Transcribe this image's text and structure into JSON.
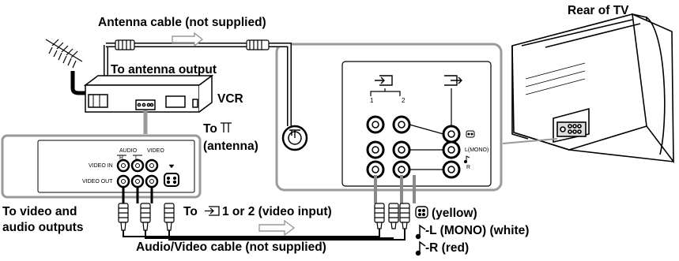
{
  "labels": {
    "antenna_cable": "Antenna cable (not supplied)",
    "rear_of_tv": "Rear of TV",
    "to_antenna_output": "To antenna output",
    "vcr": "VCR",
    "to_antenna_prefix": "To",
    "to_antenna_suffix": "(antenna)",
    "to_video_audio_outputs_line1": "To video and",
    "to_video_audio_outputs_line2": "audio outputs",
    "to_video_input_prefix": "To",
    "to_video_input_suffix": "1 or 2 (video input)",
    "av_cable": "Audio/Video cable (not supplied)"
  },
  "vcr_panel": {
    "audio": "AUDIO",
    "video": "VIDEO",
    "r": "R",
    "l": "L",
    "video_in": "VIDEO IN",
    "video_out": "VIDEO OUT"
  },
  "tv_panel": {
    "input_1": "1",
    "input_2": "2",
    "l_mono": "L(MONO)",
    "r": "R"
  },
  "legend": {
    "yellow": "(yellow)",
    "white": "-L (MONO) (white)",
    "red": "-R (red)"
  },
  "colors": {
    "line": "#000000",
    "panel_border": "#9a9a9a",
    "cable_gray": "#8a8a8a",
    "background": "#ffffff"
  }
}
